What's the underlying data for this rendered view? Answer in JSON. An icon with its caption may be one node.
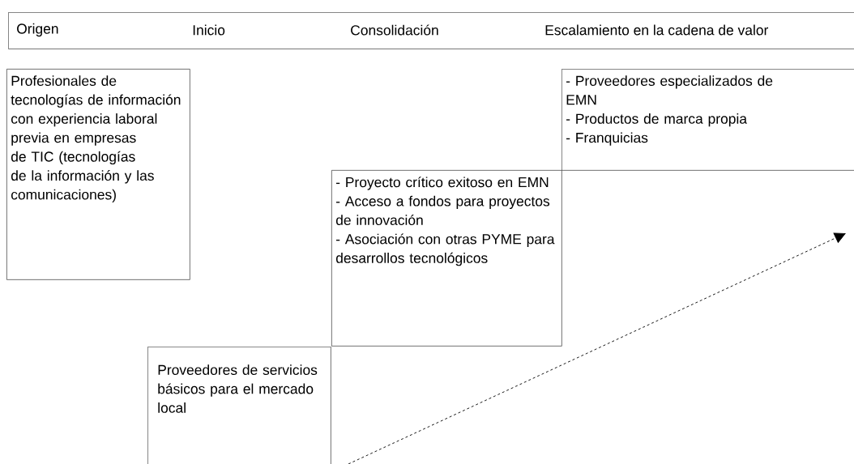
{
  "diagram": {
    "nodes": [
      {
        "text": [
          "Origen",
          "Inicio",
          "Consolidación",
          "Escalamiento en la cadena de valor"
        ]
      },
      {
        "text": [
          "Profesionales de tecnologías de información con experiencia laboral previa en empresas de TIC (tecnologías de la información y las comunicaciones)"
        ]
      },
      {
        "text": [
          "Proveedores de servicios básicos para el mercado local"
        ]
      },
      {
        "text": [
          "- Proyecto crítico exitoso en EMN",
          "- Acceso a fondos para proyectos de innovación",
          "- Asociación con otras PYME para desarrollos tecnológicos"
        ]
      },
      {
        "text": [
          "- Proveedores especializados de EMN",
          "- Productos de marca propia",
          "- Franquicias"
        ]
      }
    ]
  }
}
